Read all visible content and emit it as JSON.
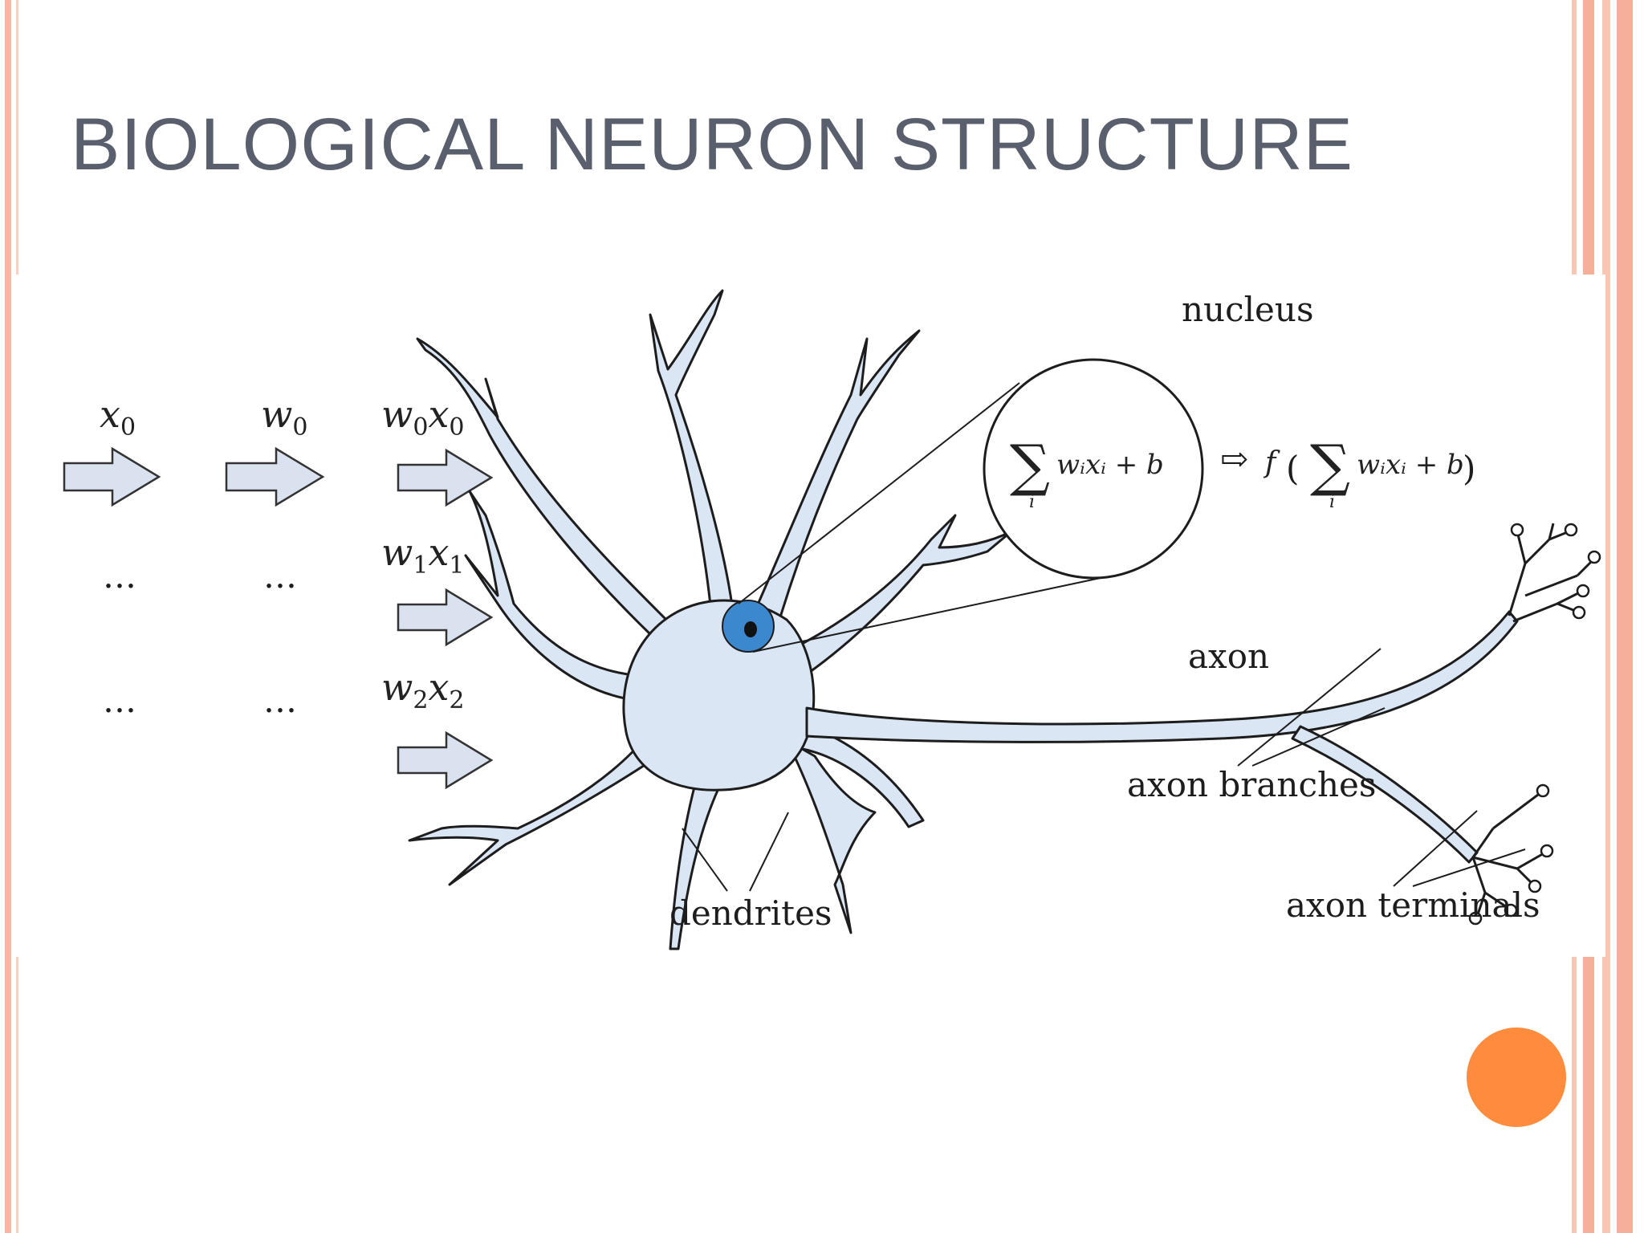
{
  "slide": {
    "title": "BIOLOGICAL NEURON STRUCTURE",
    "colors": {
      "title": "#5a5f6e",
      "border_stripes": "#f6b8a3",
      "accent_dot": "#ff8b3d",
      "neuron_fill": "#dbe6f5",
      "nucleus": "#3c88cf"
    }
  },
  "diagram": {
    "inputs": [
      {
        "x": "x",
        "x_sub": "0",
        "w": "w",
        "w_sub": "0",
        "wx_w_sub": "0",
        "wx_x_sub": "0"
      },
      {
        "x": "…",
        "w": "…",
        "wx_w_sub": "1",
        "wx_x_sub": "1"
      },
      {
        "x": "…",
        "w": "…",
        "wx_w_sub": "2",
        "wx_x_sub": "2"
      }
    ],
    "formula": {
      "sum_symbol": "∑",
      "sum_index": "i",
      "body": "wᵢxᵢ + b",
      "implies": "⇨",
      "activation": "f"
    },
    "labels": {
      "nucleus": "nucleus",
      "axon": "axon",
      "axon_branches": "axon branches",
      "axon_terminals": "axon terminals",
      "dendrites": "dendrites"
    }
  }
}
